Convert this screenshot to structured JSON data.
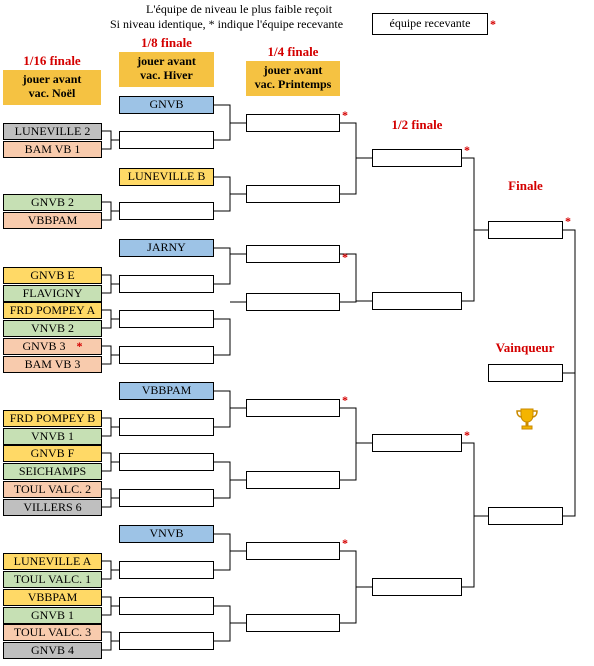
{
  "header": {
    "rule1": "L'équipe de niveau le plus faible reçoit",
    "rule2": "Si niveau identique, * indique l'équipe recevante",
    "legend_label": "équipe recevante",
    "star": "*"
  },
  "rounds": {
    "r16": {
      "title": "1/16 finale",
      "sub1": "jouer avant",
      "sub2": "vac. Noël"
    },
    "r8": {
      "title": "1/8 finale",
      "sub1": "jouer avant",
      "sub2": "vac. Hiver"
    },
    "r4": {
      "title": "1/4 finale",
      "sub1": "jouer avant",
      "sub2": "vac. Printemps"
    },
    "semi": {
      "title": "1/2 finale"
    },
    "final": {
      "title": "Finale"
    },
    "winner": {
      "title": "Vainqueur"
    }
  },
  "teams_r16": [
    {
      "name": "LUNEVILLE 2",
      "color": "#bfbfbf"
    },
    {
      "name": "BAM VB 1",
      "color": "#f8cbad"
    },
    {
      "name": "GNVB 2",
      "color": "#c6e0b4"
    },
    {
      "name": "VBBPAM",
      "color": "#f8cbad"
    },
    {
      "name": "GNVB E",
      "color": "#ffd966"
    },
    {
      "name": "FLAVIGNY",
      "color": "#c6e0b4"
    },
    {
      "name": "FRD POMPEY A",
      "color": "#ffd966"
    },
    {
      "name": "VNVB 2",
      "color": "#c6e0b4"
    },
    {
      "name": "GNVB 3",
      "color": "#f8cbad",
      "star": true
    },
    {
      "name": "BAM VB 3",
      "color": "#f8cbad"
    },
    {
      "name": "FRD POMPEY B",
      "color": "#ffd966"
    },
    {
      "name": "VNVB 1",
      "color": "#c6e0b4"
    },
    {
      "name": "GNVB F",
      "color": "#ffd966"
    },
    {
      "name": "SEICHAMPS",
      "color": "#c6e0b4"
    },
    {
      "name": "TOUL VALC. 2",
      "color": "#f8cbad"
    },
    {
      "name": "VILLERS 6",
      "color": "#bfbfbf"
    },
    {
      "name": "LUNEVILLE A",
      "color": "#ffd966"
    },
    {
      "name": "TOUL VALC. 1",
      "color": "#c6e0b4"
    },
    {
      "name": "VBBPAM",
      "color": "#ffd966"
    },
    {
      "name": "GNVB 1",
      "color": "#c6e0b4"
    },
    {
      "name": "TOUL VALC. 3",
      "color": "#f8cbad"
    },
    {
      "name": "GNVB 4",
      "color": "#bfbfbf"
    }
  ],
  "teams_r8": [
    {
      "name": "GNVB",
      "color": "#9dc3e6"
    },
    {
      "name": "LUNEVILLE B",
      "color": "#ffd966"
    },
    {
      "name": "JARNY",
      "color": "#9dc3e6"
    },
    {
      "name": "VBBPAM",
      "color": "#9dc3e6"
    },
    {
      "name": "VNVB",
      "color": "#9dc3e6"
    }
  ]
}
